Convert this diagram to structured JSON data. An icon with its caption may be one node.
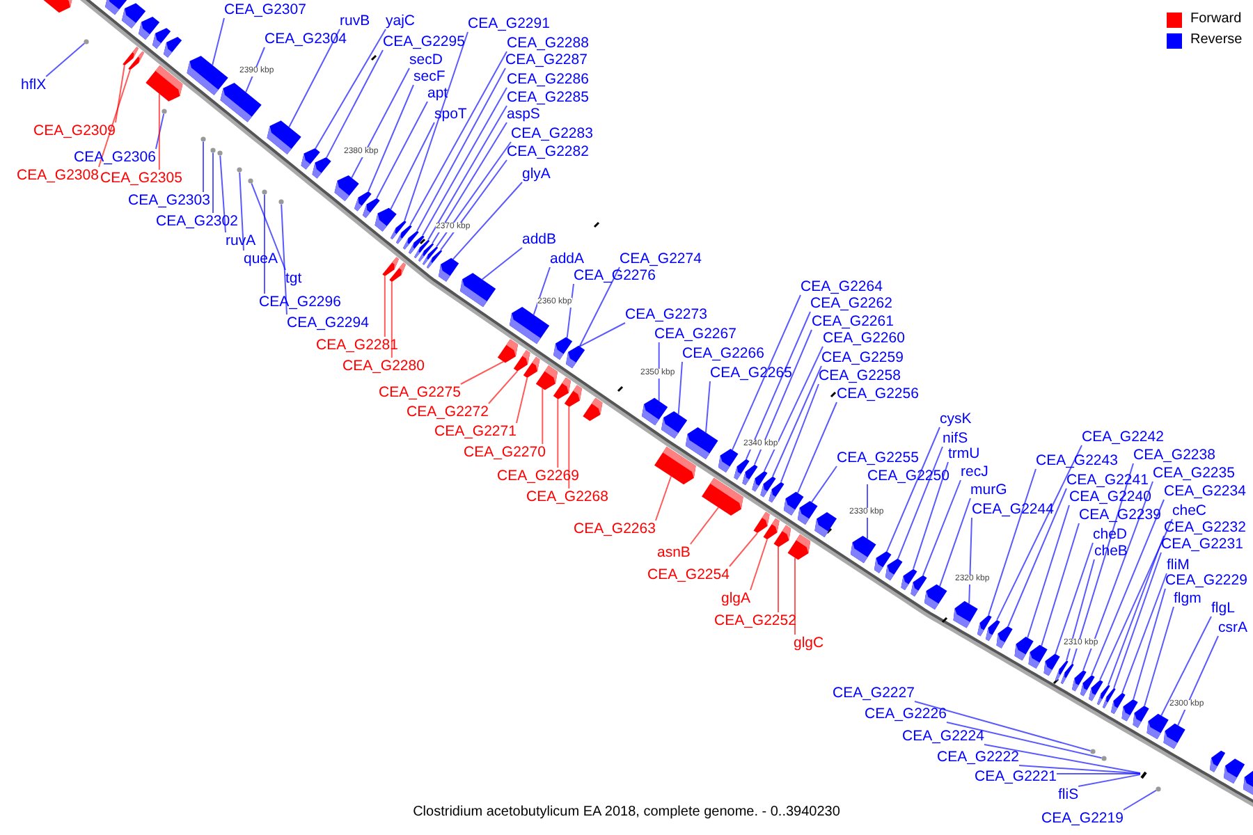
{
  "diagram": {
    "caption": "Clostridium acetobutylicum EA 2018, complete genome. - 0..3940230",
    "nodes": [
      {
        "text": [
          "CEA_G2307"
        ]
      },
      {
        "text": [
          "CEA_G2304"
        ]
      },
      {
        "text": [
          "ruvB"
        ]
      },
      {
        "text": [
          "yajC"
        ]
      },
      {
        "text": [
          "CEA_G2295"
        ]
      },
      {
        "text": [
          "secD"
        ]
      },
      {
        "text": [
          "secF"
        ]
      },
      {
        "text": [
          "apt"
        ]
      },
      {
        "text": [
          "spoT"
        ]
      },
      {
        "text": [
          "CEA_G2291"
        ]
      },
      {
        "text": [
          "CEA_G2288"
        ]
      },
      {
        "text": [
          "CEA_G2287"
        ]
      },
      {
        "text": [
          "CEA_G2286"
        ]
      },
      {
        "text": [
          "CEA_G2285"
        ]
      },
      {
        "text": [
          "aspS"
        ]
      },
      {
        "text": [
          "CEA_G2283"
        ]
      },
      {
        "text": [
          "CEA_G2282"
        ]
      },
      {
        "text": [
          "glyA"
        ]
      },
      {
        "text": [
          "addB"
        ]
      },
      {
        "text": [
          "addA"
        ]
      },
      {
        "text": [
          "CEA_G2276"
        ]
      },
      {
        "text": [
          "CEA_G2274"
        ]
      },
      {
        "text": [
          "CEA_G2273"
        ]
      },
      {
        "text": [
          "CEA_G2267"
        ]
      },
      {
        "text": [
          "CEA_G2266"
        ]
      },
      {
        "text": [
          "CEA_G2265"
        ]
      },
      {
        "text": [
          "CEA_G2264"
        ]
      },
      {
        "text": [
          "CEA_G2262"
        ]
      },
      {
        "text": [
          "CEA_G2261"
        ]
      },
      {
        "text": [
          "CEA_G2260"
        ]
      },
      {
        "text": [
          "CEA_G2259"
        ]
      },
      {
        "text": [
          "CEA_G2258"
        ]
      },
      {
        "text": [
          "CEA_G2256"
        ]
      },
      {
        "text": [
          "CEA_G2255"
        ]
      },
      {
        "text": [
          "CEA_G2250"
        ]
      },
      {
        "text": [
          "cysK"
        ]
      },
      {
        "text": [
          "nifS"
        ]
      },
      {
        "text": [
          "trmU"
        ]
      },
      {
        "text": [
          "recJ"
        ]
      },
      {
        "text": [
          "murG"
        ]
      },
      {
        "text": [
          "CEA_G2244"
        ]
      },
      {
        "text": [
          "CEA_G2243"
        ]
      },
      {
        "text": [
          "CEA_G2242"
        ]
      },
      {
        "text": [
          "CEA_G2241"
        ]
      },
      {
        "text": [
          "CEA_G2240"
        ]
      },
      {
        "text": [
          "CEA_G2239"
        ]
      },
      {
        "text": [
          "cheD"
        ]
      },
      {
        "text": [
          "cheB"
        ]
      },
      {
        "text": [
          "CEA_G2238"
        ]
      },
      {
        "text": [
          "CEA_G2235"
        ]
      },
      {
        "text": [
          "CEA_G2234"
        ]
      },
      {
        "text": [
          "cheC"
        ]
      },
      {
        "text": [
          "CEA_G2232"
        ]
      },
      {
        "text": [
          "CEA_G2231"
        ]
      },
      {
        "text": [
          "fliM"
        ]
      },
      {
        "text": [
          "CEA_G2229"
        ]
      },
      {
        "text": [
          "flgm"
        ]
      },
      {
        "text": [
          "flgL"
        ]
      },
      {
        "text": [
          "csrA"
        ]
      },
      {
        "text": [
          "hflX"
        ]
      },
      {
        "text": [
          "CEA_G2306"
        ]
      },
      {
        "text": [
          "CEA_G2303"
        ]
      },
      {
        "text": [
          "CEA_G2302"
        ]
      },
      {
        "text": [
          "ruvA"
        ]
      },
      {
        "text": [
          "queA"
        ]
      },
      {
        "text": [
          "tgt"
        ]
      },
      {
        "text": [
          "CEA_G2296"
        ]
      },
      {
        "text": [
          "CEA_G2294"
        ]
      },
      {
        "text": [
          "CEA_G2309"
        ]
      },
      {
        "text": [
          "CEA_G2308"
        ]
      },
      {
        "text": [
          "CEA_G2305"
        ]
      },
      {
        "text": [
          "CEA_G2281"
        ]
      },
      {
        "text": [
          "CEA_G2280"
        ]
      },
      {
        "text": [
          "CEA_G2275"
        ]
      },
      {
        "text": [
          "CEA_G2272"
        ]
      },
      {
        "text": [
          "CEA_G2271"
        ]
      },
      {
        "text": [
          "CEA_G2270"
        ]
      },
      {
        "text": [
          "CEA_G2269"
        ]
      },
      {
        "text": [
          "CEA_G2268"
        ]
      },
      {
        "text": [
          "CEA_G2263"
        ]
      },
      {
        "text": [
          "asnB"
        ]
      },
      {
        "text": [
          "CEA_G2254"
        ]
      },
      {
        "text": [
          "glgA"
        ]
      },
      {
        "text": [
          "CEA_G2252"
        ]
      },
      {
        "text": [
          "glgC"
        ]
      },
      {
        "text": [
          "CEA_G2227"
        ]
      },
      {
        "text": [
          "CEA_G2226"
        ]
      },
      {
        "text": [
          "CEA_G2224"
        ]
      },
      {
        "text": [
          "CEA_G2222"
        ]
      },
      {
        "text": [
          "CEA_G2221"
        ]
      },
      {
        "text": [
          "fliS"
        ]
      },
      {
        "text": [
          "CEA_G2219"
        ]
      },
      {
        "text": [],
        "shape": "arrow"
      },
      {
        "text": [],
        "shape": "arrow"
      },
      {
        "text": [],
        "shape": "arrow"
      },
      {
        "text": [],
        "shape": "arrow"
      },
      {
        "text": [],
        "shape": "arrow"
      },
      {
        "text": [],
        "shape": "arrow"
      },
      {
        "text": [],
        "shape": "arrow"
      },
      {
        "text": [],
        "shape": "arrow"
      },
      {
        "text": [],
        "shape": "arrow"
      },
      {
        "text": [],
        "shape": "arrow"
      },
      {
        "text": [],
        "shape": "arrow"
      },
      {
        "text": [],
        "shape": "arrow"
      },
      {
        "text": [],
        "shape": "arrow"
      },
      {
        "text": [],
        "shape": "arrow"
      },
      {
        "text": [],
        "shape": "arrow"
      },
      {
        "text": [],
        "shape": "arrow"
      },
      {
        "text": [],
        "shape": "arrow"
      },
      {
        "text": [],
        "shape": "arrow"
      },
      {
        "text": [],
        "shape": "arrow"
      },
      {
        "text": [],
        "shape": "arrow"
      },
      {
        "text": [],
        "shape": "arrow"
      },
      {
        "text": [],
        "shape": "arrow"
      },
      {
        "text": [],
        "shape": "arrow"
      },
      {
        "text": [],
        "shape": "arrow"
      },
      {
        "text": [],
        "shape": "arrow"
      },
      {
        "text": [],
        "shape": "arrow"
      },
      {
        "text": [],
        "shape": "arrow"
      },
      {
        "text": [],
        "shape": "arrow"
      },
      {
        "text": [],
        "shape": "arrow"
      },
      {
        "text": [],
        "shape": "arrow"
      },
      {
        "text": [],
        "shape": "arrow"
      },
      {
        "text": [],
        "shape": "arrow"
      },
      {
        "text": [],
        "shape": "arrow"
      },
      {
        "text": [],
        "shape": "arrow"
      },
      {
        "text": [],
        "shape": "arrow"
      },
      {
        "text": [],
        "shape": "arrow"
      },
      {
        "text": [],
        "shape": "arrow"
      },
      {
        "text": [],
        "shape": "arrow"
      },
      {
        "text": [],
        "shape": "arrow"
      },
      {
        "text": [],
        "shape": "arrow"
      },
      {
        "text": [],
        "shape": "arrow"
      },
      {
        "text": [],
        "shape": "arrow"
      },
      {
        "text": [],
        "shape": "arrow"
      },
      {
        "text": [],
        "shape": "arrow"
      },
      {
        "text": [],
        "shape": "arrow"
      },
      {
        "text": [],
        "shape": "arrow"
      },
      {
        "text": [],
        "shape": "arrow"
      },
      {
        "text": [],
        "shape": "arrow"
      },
      {
        "text": [],
        "shape": "arrow"
      },
      {
        "text": [],
        "shape": "arrow"
      },
      {
        "text": [],
        "shape": "arrow"
      },
      {
        "text": [],
        "shape": "arrow"
      },
      {
        "text": [],
        "shape": "arrow"
      },
      {
        "text": [],
        "shape": "arrow"
      },
      {
        "text": [],
        "shape": "arrow"
      },
      {
        "text": [],
        "shape": "arrow"
      },
      {
        "text": [],
        "shape": "arrow"
      },
      {
        "text": [],
        "shape": "arrow"
      },
      {
        "text": [],
        "shape": "circle"
      },
      {
        "text": [],
        "shape": "circle"
      },
      {
        "text": [],
        "shape": "circle"
      },
      {
        "text": [],
        "shape": "circle"
      },
      {
        "text": [],
        "shape": "circle"
      },
      {
        "text": [],
        "shape": "circle"
      },
      {
        "text": [],
        "shape": "circle"
      },
      {
        "text": [],
        "shape": "circle"
      },
      {
        "text": [],
        "shape": "circle"
      },
      {
        "text": [],
        "shape": "arrow"
      },
      {
        "text": [],
        "shape": "arrow"
      },
      {
        "text": [],
        "shape": "arrow"
      },
      {
        "text": [],
        "shape": "arrow"
      },
      {
        "text": [],
        "shape": "arrow"
      },
      {
        "text": [],
        "shape": "arrow"
      },
      {
        "text": [],
        "shape": "arrow"
      },
      {
        "text": [],
        "shape": "arrow"
      },
      {
        "text": [],
        "shape": "arrow"
      },
      {
        "text": [],
        "shape": "arrow"
      },
      {
        "text": [],
        "shape": "arrow"
      },
      {
        "text": [],
        "shape": "arrow"
      },
      {
        "text": [],
        "shape": "arrow"
      },
      {
        "text": [],
        "shape": "arrow"
      },
      {
        "text": [],
        "shape": "arrow"
      },
      {
        "text": [],
        "shape": "arrow"
      },
      {
        "text": [],
        "shape": "arrow"
      },
      {
        "text": [],
        "shape": "circle"
      },
      {
        "text": [],
        "shape": "circle"
      },
      {
        "text": [],
        "shape": "bar"
      },
      {
        "text": [],
        "shape": "circle"
      },
      {
        "text": [],
        "shape": "arrow"
      },
      {
        "text": [],
        "shape": "arrow"
      },
      {
        "text": [],
        "shape": "arrow"
      },
      {
        "text": [],
        "shape": "arrow"
      },
      {
        "text": [],
        "shape": "arrow"
      },
      {
        "text": [],
        "shape": "arrow"
      },
      {
        "text": [],
        "shape": "arrow"
      },
      {
        "text": [],
        "shape": "arrow"
      },
      {
        "text": [],
        "shape": "arrow"
      },
      {
        "text": [],
        "shape": "arrow"
      },
      {
        "text": [],
        "shape": "arrow"
      }
    ],
    "edges": [
      {
        "from": 0,
        "to": 92,
        "arrow": "none"
      },
      {
        "from": 1,
        "to": 93,
        "arrow": "none"
      },
      {
        "from": 2,
        "to": 94,
        "arrow": "none"
      },
      {
        "from": 3,
        "to": 95,
        "arrow": "none"
      },
      {
        "from": 4,
        "to": 96,
        "arrow": "none"
      },
      {
        "from": 5,
        "to": 97,
        "arrow": "none"
      },
      {
        "from": 6,
        "to": 98,
        "arrow": "none"
      },
      {
        "from": 7,
        "to": 99,
        "arrow": "none"
      },
      {
        "from": 8,
        "to": 100,
        "arrow": "none"
      },
      {
        "from": 9,
        "to": 101,
        "arrow": "none"
      },
      {
        "from": 10,
        "to": 102,
        "arrow": "none"
      },
      {
        "from": 11,
        "to": 103,
        "arrow": "none"
      },
      {
        "from": 12,
        "to": 104,
        "arrow": "none"
      },
      {
        "from": 13,
        "to": 105,
        "arrow": "none"
      },
      {
        "from": 14,
        "to": 106,
        "arrow": "none"
      },
      {
        "from": 15,
        "to": 107,
        "arrow": "none"
      },
      {
        "from": 16,
        "to": 108,
        "arrow": "none"
      },
      {
        "from": 17,
        "to": 109,
        "arrow": "none"
      },
      {
        "from": 18,
        "to": 110,
        "arrow": "none"
      },
      {
        "from": 19,
        "to": 111,
        "arrow": "none"
      },
      {
        "from": 20,
        "to": 112,
        "arrow": "none"
      },
      {
        "from": 21,
        "to": 113,
        "arrow": "none"
      },
      {
        "from": 22,
        "to": 113,
        "arrow": "none"
      },
      {
        "from": 23,
        "to": 114,
        "arrow": "none"
      },
      {
        "from": 24,
        "to": 115,
        "arrow": "none"
      },
      {
        "from": 25,
        "to": 116,
        "arrow": "none"
      },
      {
        "from": 26,
        "to": 117,
        "arrow": "none"
      },
      {
        "from": 27,
        "to": 118,
        "arrow": "none"
      },
      {
        "from": 28,
        "to": 119,
        "arrow": "none"
      },
      {
        "from": 29,
        "to": 120,
        "arrow": "none"
      },
      {
        "from": 30,
        "to": 121,
        "arrow": "none"
      },
      {
        "from": 31,
        "to": 122,
        "arrow": "none"
      },
      {
        "from": 32,
        "to": 123,
        "arrow": "none"
      },
      {
        "from": 33,
        "to": 124,
        "arrow": "none"
      },
      {
        "from": 34,
        "to": 125,
        "arrow": "none"
      },
      {
        "from": 35,
        "to": 126,
        "arrow": "none"
      },
      {
        "from": 36,
        "to": 127,
        "arrow": "none"
      },
      {
        "from": 37,
        "to": 128,
        "arrow": "none"
      },
      {
        "from": 38,
        "to": 129,
        "arrow": "none"
      },
      {
        "from": 39,
        "to": 130,
        "arrow": "none"
      },
      {
        "from": 40,
        "to": 131,
        "arrow": "none"
      },
      {
        "from": 41,
        "to": 132,
        "arrow": "none"
      },
      {
        "from": 42,
        "to": 133,
        "arrow": "none"
      },
      {
        "from": 43,
        "to": 134,
        "arrow": "none"
      },
      {
        "from": 44,
        "to": 135,
        "arrow": "none"
      },
      {
        "from": 45,
        "to": 136,
        "arrow": "none"
      },
      {
        "from": 46,
        "to": 137,
        "arrow": "none"
      },
      {
        "from": 47,
        "to": 138,
        "arrow": "none"
      },
      {
        "from": 48,
        "to": 139,
        "arrow": "none"
      },
      {
        "from": 49,
        "to": 140,
        "arrow": "none"
      },
      {
        "from": 50,
        "to": 141,
        "arrow": "none"
      },
      {
        "from": 51,
        "to": 142,
        "arrow": "none"
      },
      {
        "from": 52,
        "to": 143,
        "arrow": "none"
      },
      {
        "from": 53,
        "to": 144,
        "arrow": "none"
      },
      {
        "from": 54,
        "to": 145,
        "arrow": "none"
      },
      {
        "from": 55,
        "to": 146,
        "arrow": "none"
      },
      {
        "from": 56,
        "to": 147,
        "arrow": "none"
      },
      {
        "from": 57,
        "to": 148,
        "arrow": "none"
      },
      {
        "from": 58,
        "to": 149,
        "arrow": "none"
      },
      {
        "from": 59,
        "to": 150,
        "arrow": "none"
      },
      {
        "from": 60,
        "to": 151,
        "arrow": "none"
      },
      {
        "from": 61,
        "to": 152,
        "arrow": "none"
      },
      {
        "from": 62,
        "to": 153,
        "arrow": "none"
      },
      {
        "from": 63,
        "to": 154,
        "arrow": "none"
      },
      {
        "from": 64,
        "to": 155,
        "arrow": "none"
      },
      {
        "from": 65,
        "to": 156,
        "arrow": "none"
      },
      {
        "from": 66,
        "to": 157,
        "arrow": "none"
      },
      {
        "from": 67,
        "to": 158,
        "arrow": "none"
      },
      {
        "from": 68,
        "to": 159,
        "arrow": "none",
        "color": "#ff0000"
      },
      {
        "from": 69,
        "to": 160,
        "arrow": "none",
        "color": "#ff0000"
      },
      {
        "from": 70,
        "to": 161,
        "arrow": "none",
        "color": "#ff0000"
      },
      {
        "from": 71,
        "to": 162,
        "arrow": "none",
        "color": "#ff0000"
      },
      {
        "from": 72,
        "to": 163,
        "arrow": "none",
        "color": "#ff0000"
      },
      {
        "from": 73,
        "to": 164,
        "arrow": "none",
        "color": "#ff0000"
      },
      {
        "from": 74,
        "to": 165,
        "arrow": "none",
        "color": "#ff0000"
      },
      {
        "from": 75,
        "to": 166,
        "arrow": "none",
        "color": "#ff0000"
      },
      {
        "from": 76,
        "to": 167,
        "arrow": "none",
        "color": "#ff0000"
      },
      {
        "from": 77,
        "to": 168,
        "arrow": "none",
        "color": "#ff0000"
      },
      {
        "from": 78,
        "to": 169,
        "arrow": "none",
        "color": "#ff0000"
      },
      {
        "from": 79,
        "to": 170,
        "arrow": "none",
        "color": "#ff0000"
      },
      {
        "from": 80,
        "to": 171,
        "arrow": "none",
        "color": "#ff0000"
      },
      {
        "from": 81,
        "to": 172,
        "arrow": "none",
        "color": "#ff0000"
      },
      {
        "from": 82,
        "to": 173,
        "arrow": "none",
        "color": "#ff0000"
      },
      {
        "from": 83,
        "to": 174,
        "arrow": "none",
        "color": "#ff0000"
      },
      {
        "from": 84,
        "to": 175,
        "arrow": "none",
        "color": "#ff0000"
      },
      {
        "from": 85,
        "to": 176,
        "arrow": "none"
      },
      {
        "from": 86,
        "to": 177,
        "arrow": "none"
      },
      {
        "from": 87,
        "to": 178,
        "arrow": "none"
      },
      {
        "from": 88,
        "to": 178,
        "arrow": "none"
      },
      {
        "from": 89,
        "to": 178,
        "arrow": "none"
      },
      {
        "from": 90,
        "to": 178,
        "arrow": "none"
      },
      {
        "from": 91,
        "to": 179,
        "arrow": "none"
      }
    ],
    "labels": [
      "2390 kbp",
      "2380 kbp",
      "2370 kbp",
      "2360 kbp",
      "2350 kbp",
      "2340 kbp",
      "2330 kbp",
      "2320 kbp",
      "2310 kbp",
      "2300 kbp"
    ],
    "legend": [
      {
        "text": "Forward",
        "color": "#ff0000"
      },
      {
        "text": "Reverse",
        "color": "#0000ff"
      }
    ]
  }
}
